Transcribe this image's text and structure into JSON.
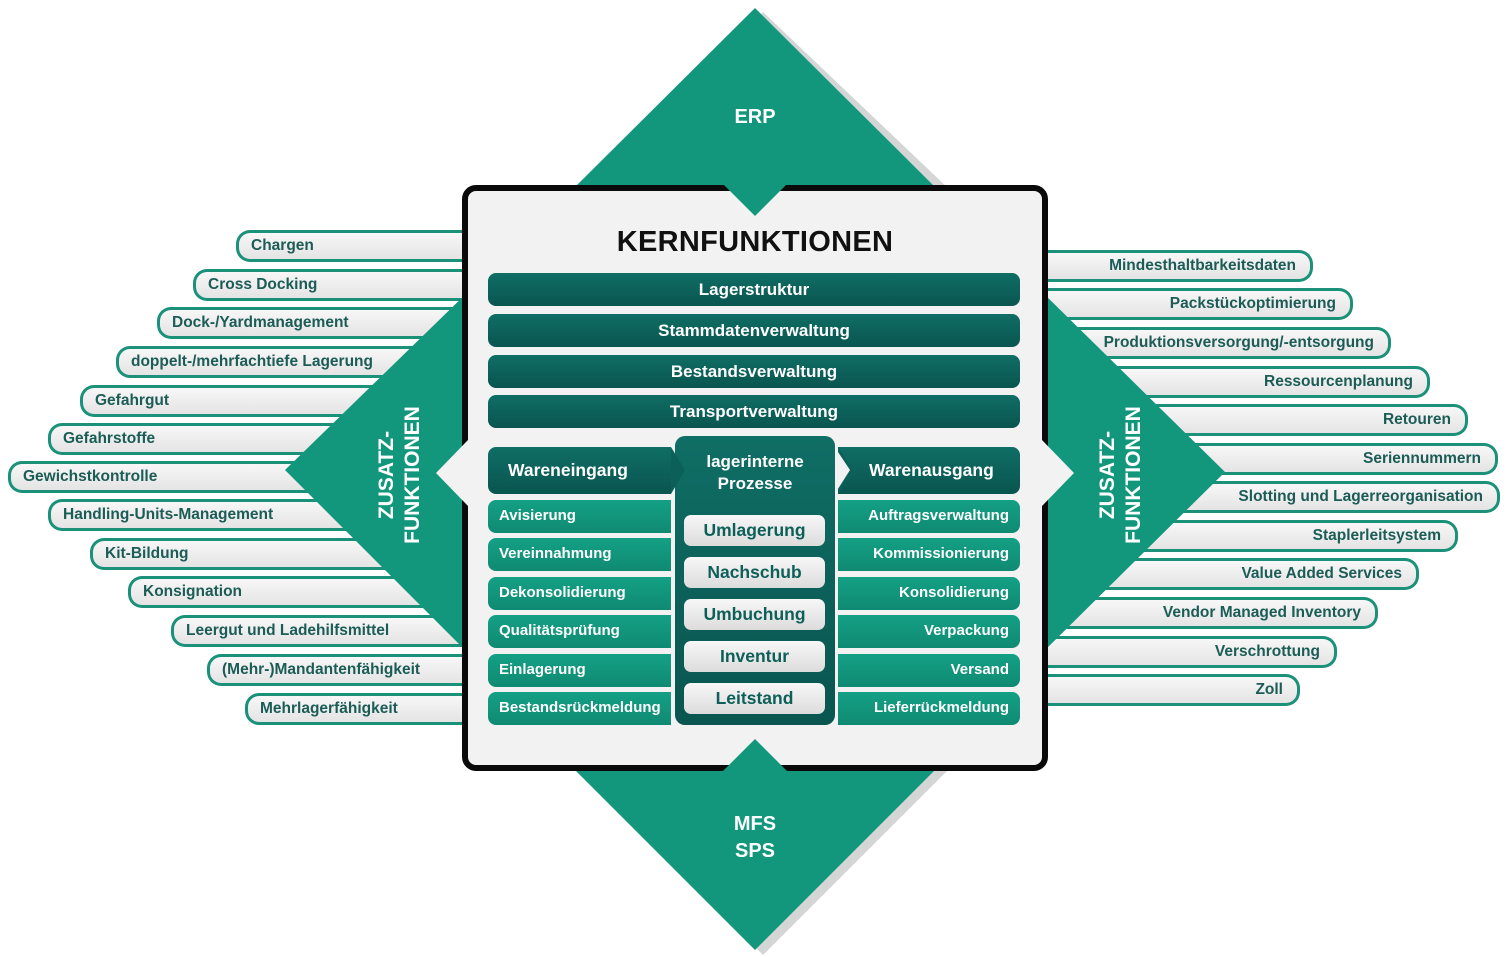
{
  "diagram": {
    "top_node": {
      "label": "ERP"
    },
    "bottom_node": {
      "lines": [
        "MFS",
        "SPS"
      ]
    },
    "left_node": {
      "lines": [
        "ZUSATZ-",
        "FUNKTIONEN"
      ]
    },
    "right_node": {
      "lines": [
        "ZUSATZ-",
        "FUNKTIONEN"
      ]
    },
    "core": {
      "title": "KERNFUNKTIONEN",
      "bars": [
        "Lagerstruktur",
        "Stammdatenverwaltung",
        "Bestandsverwaltung",
        "Transportverwaltung"
      ],
      "inbound": {
        "title": "Wareneingang",
        "items": [
          "Avisierung",
          "Vereinnahmung",
          "Dekonsolidierung",
          "Qualitätsprüfung",
          "Einlagerung",
          "Bestandsrückmeldung"
        ]
      },
      "internal": {
        "title_lines": [
          "lagerinterne",
          "Prozesse"
        ],
        "items": [
          "Umlagerung",
          "Nachschub",
          "Umbuchung",
          "Inventur",
          "Leitstand"
        ]
      },
      "outbound": {
        "title": "Warenausgang",
        "items": [
          "Auftragsverwaltung",
          "Kommissionierung",
          "Konsolidierung",
          "Verpackung",
          "Versand",
          "Lieferrückmeldung"
        ]
      }
    },
    "left_functions": [
      "Chargen",
      "Cross Docking",
      "Dock-/Yardmanagement",
      "doppelt-/mehrfachtiefe Lagerung",
      "Gefahrgut",
      "Gefahrstoffe",
      "Gewichstkontrolle",
      "Handling-Units-Management",
      "Kit-Bildung",
      "Konsignation",
      "Leergut und Ladehilfsmittel",
      "(Mehr-)Mandantenfähigkeit",
      "Mehrlagerfähigkeit"
    ],
    "right_functions": [
      "Mindesthaltbarkeitsdaten",
      "Packstückoptimierung",
      "Produktionsversorgung/-entsorgung",
      "Ressourcenplanung",
      "Retouren",
      "Seriennummern",
      "Slotting und Lagerreorganisation",
      "Staplerleitsystem",
      "Value Added Services",
      "Vendor Managed Inventory",
      "Verschrottung",
      "Zoll"
    ],
    "colors": {
      "primary_teal": "#12977c",
      "dark_teal": "#0b5d56",
      "pill_text": "#1c5c56",
      "box_border": "#0a0a0a",
      "box_fill": "#f2f2f2"
    }
  }
}
